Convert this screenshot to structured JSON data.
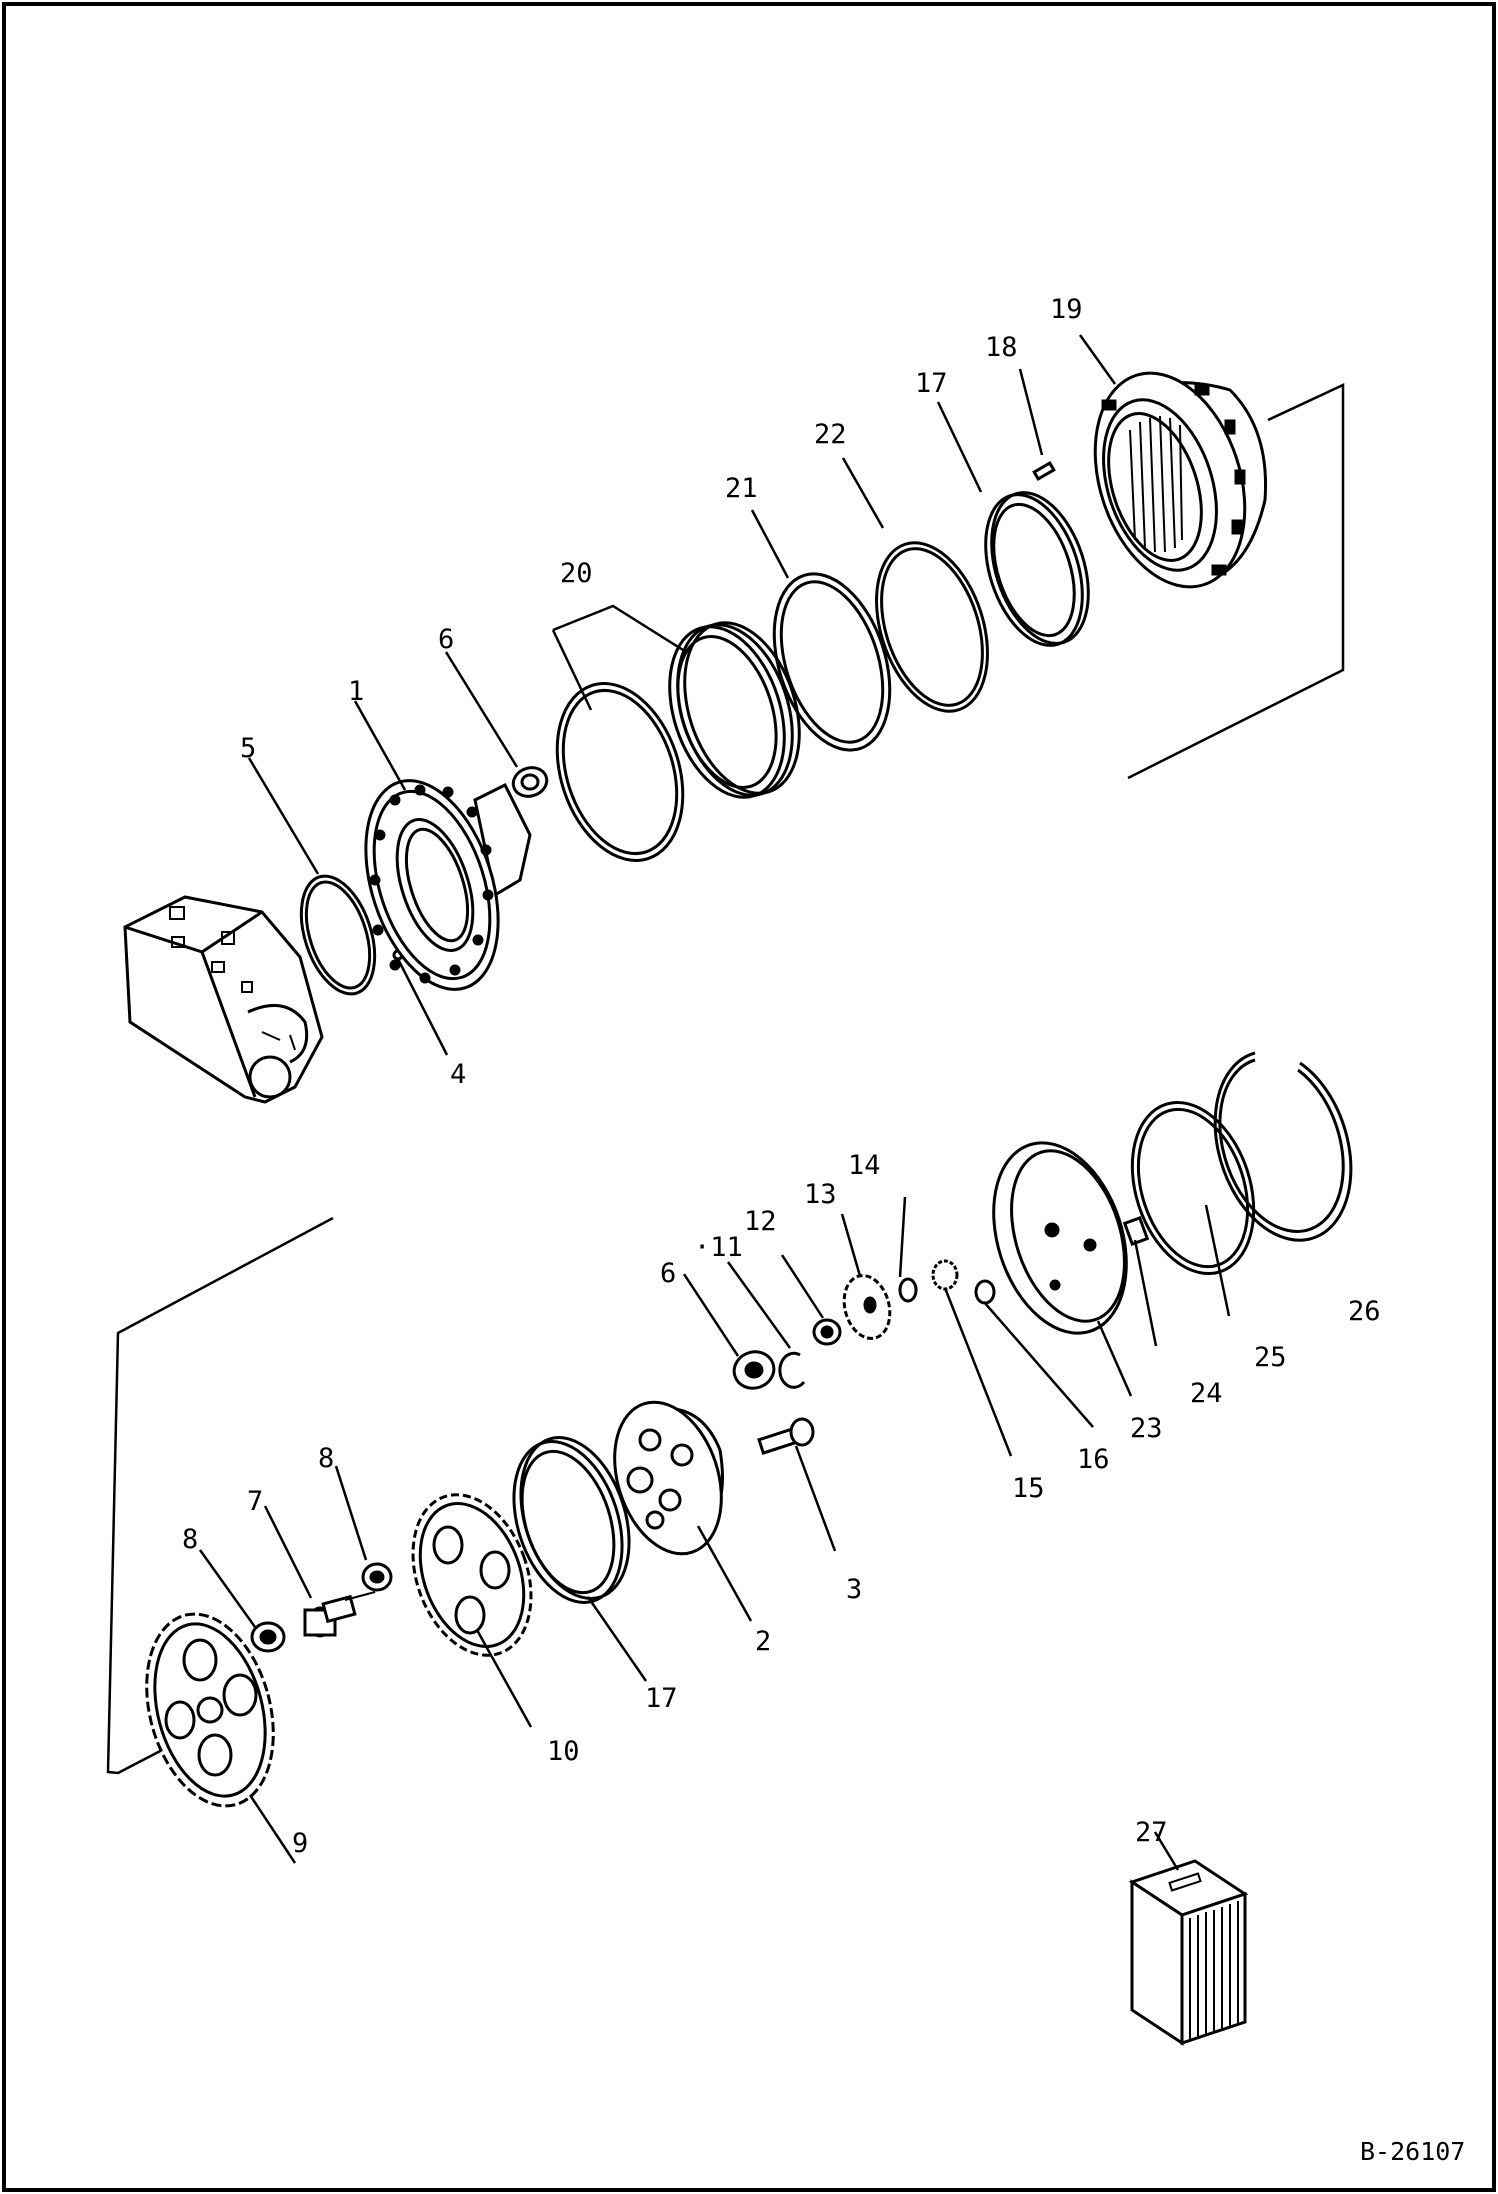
{
  "drawing": {
    "reference": "B-26107",
    "callouts": [
      "1",
      "2",
      "3",
      "4",
      "5",
      "6",
      "6",
      "7",
      "8",
      "8",
      "9",
      "10",
      "·11",
      "12",
      "13",
      "14",
      "15",
      "16",
      "17",
      "17",
      "18",
      "19",
      "20",
      "21",
      "22",
      "23",
      "24",
      "25",
      "26",
      "27"
    ]
  }
}
